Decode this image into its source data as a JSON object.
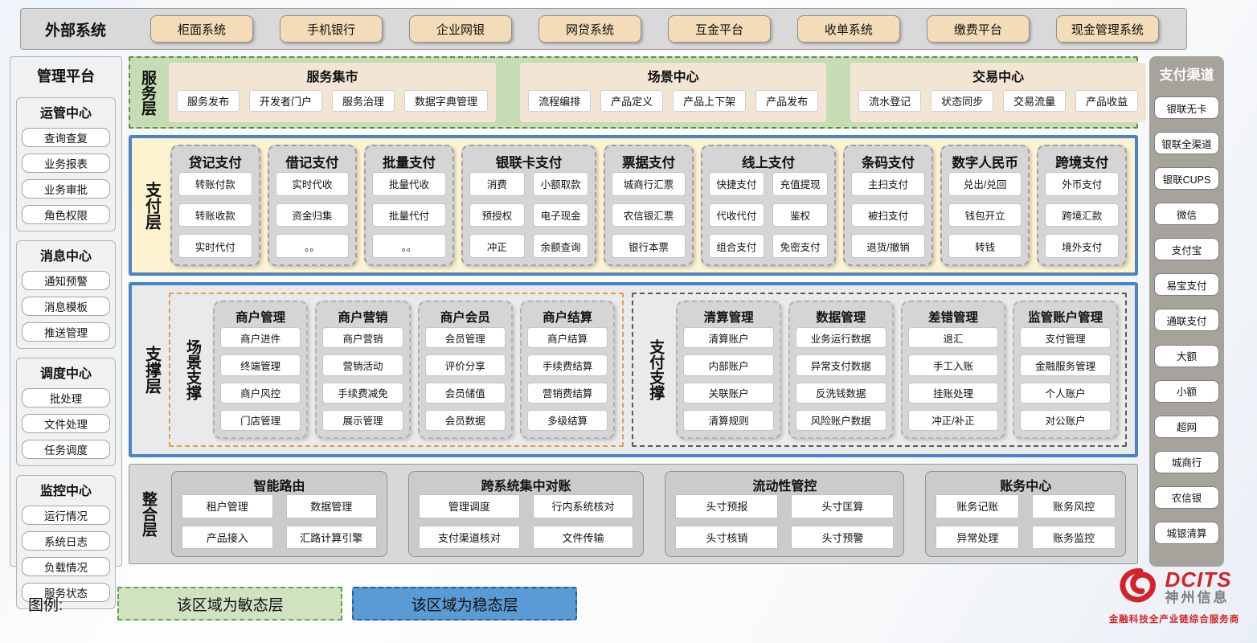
{
  "external_systems": {
    "label": "外部系统",
    "items": [
      "柜面系统",
      "手机银行",
      "企业网银",
      "网贷系统",
      "互金平台",
      "收单系统",
      "缴费平台",
      "现金管理系统"
    ]
  },
  "management_platform": {
    "title": "管理平台",
    "groups": [
      {
        "title": "运管中心",
        "items": [
          "查询查复",
          "业务报表",
          "业务审批",
          "角色权限"
        ]
      },
      {
        "title": "消息中心",
        "items": [
          "通知预警",
          "消息模板",
          "推送管理"
        ]
      },
      {
        "title": "调度中心",
        "items": [
          "批处理",
          "文件处理",
          "任务调度"
        ]
      },
      {
        "title": "监控中心",
        "items": [
          "运行情况",
          "系统日志",
          "负载情况",
          "服务状态"
        ]
      }
    ]
  },
  "service_layer": {
    "label": "服务层",
    "panels": [
      {
        "title": "服务集市",
        "items": [
          "服务发布",
          "开发者门户",
          "服务治理",
          "数据字典管理"
        ]
      },
      {
        "title": "场景中心",
        "items": [
          "流程编排",
          "产品定义",
          "产品上下架",
          "产品发布"
        ]
      },
      {
        "title": "交易中心",
        "items": [
          "流水登记",
          "状态同步",
          "交易流量",
          "产品收益"
        ]
      }
    ]
  },
  "payment_layer": {
    "label": "支付层",
    "columns": [
      {
        "title": "贷记支付",
        "cols": 1,
        "items": [
          "转账付款",
          "转账收款",
          "实时代付"
        ]
      },
      {
        "title": "借记支付",
        "cols": 1,
        "items": [
          "实时代收",
          "资金归集",
          "。。"
        ]
      },
      {
        "title": "批量支付",
        "cols": 1,
        "items": [
          "批量代收",
          "批量代付",
          "。。"
        ]
      },
      {
        "title": "银联卡支付",
        "cols": 2,
        "items": [
          "消费",
          "小额取款",
          "预授权",
          "电子现金",
          "冲正",
          "余额查询"
        ]
      },
      {
        "title": "票据支付",
        "cols": 1,
        "items": [
          "城商行汇票",
          "农信银汇票",
          "银行本票"
        ]
      },
      {
        "title": "线上支付",
        "cols": 2,
        "items": [
          "快捷支付",
          "充值提现",
          "代收代付",
          "鉴权",
          "组合支付",
          "免密支付"
        ]
      },
      {
        "title": "条码支付",
        "cols": 1,
        "items": [
          "主扫支付",
          "被扫支付",
          "退货/撤销"
        ]
      },
      {
        "title": "数字人民币",
        "cols": 1,
        "items": [
          "兑出/兑回",
          "钱包开立",
          "转钱"
        ]
      },
      {
        "title": "跨境支付",
        "cols": 1,
        "items": [
          "外币支付",
          "跨境汇款",
          "境外支付"
        ]
      }
    ]
  },
  "support_layer": {
    "label": "支撑层",
    "sections": [
      {
        "label": "场景支撑",
        "style": "orange",
        "columns": [
          {
            "title": "商户管理",
            "items": [
              "商户进件",
              "终端管理",
              "商户风控",
              "门店管理"
            ]
          },
          {
            "title": "商户营销",
            "items": [
              "商户营销",
              "营销活动",
              "手续费减免",
              "展示管理"
            ]
          },
          {
            "title": "商户会员",
            "items": [
              "会员管理",
              "评价分享",
              "会员储值",
              "会员数据"
            ]
          },
          {
            "title": "商户结算",
            "items": [
              "商户结算",
              "手续费结算",
              "营销费结算",
              "多级结算"
            ]
          }
        ]
      },
      {
        "label": "支付支撑",
        "style": "dark",
        "columns": [
          {
            "title": "清算管理",
            "items": [
              "清算账户",
              "内部账户",
              "关联账户",
              "清算规则"
            ]
          },
          {
            "title": "数据管理",
            "items": [
              "业务运行数据",
              "异常支付数据",
              "反洗钱数据",
              "风险账户数据"
            ]
          },
          {
            "title": "差错管理",
            "items": [
              "退汇",
              "手工入账",
              "挂账处理",
              "冲正/补正"
            ]
          },
          {
            "title": "监管账户管理",
            "items": [
              "支付管理",
              "金融服务管理",
              "个人账户",
              "对公账户"
            ]
          }
        ]
      }
    ]
  },
  "integration_layer": {
    "label": "整合层",
    "panels": [
      {
        "title": "智能路由",
        "items": [
          "租户管理",
          "数据管理",
          "产品接入",
          "汇路计算引擎"
        ]
      },
      {
        "title": "跨系统集中对账",
        "items": [
          "管理调度",
          "行内系统核对",
          "支付渠道核对",
          "文件传输"
        ]
      },
      {
        "title": "流动性管控",
        "items": [
          "头寸预报",
          "头寸匡算",
          "头寸核销",
          "头寸预警"
        ]
      },
      {
        "title": "账务中心",
        "items": [
          "账务记账",
          "账务风控",
          "异常处理",
          "账务监控"
        ]
      }
    ]
  },
  "payment_channels": {
    "title": "支付渠道",
    "items": [
      "银联无卡",
      "银联全渠道",
      "银联CUPS",
      "微信",
      "支付宝",
      "易宝支付",
      "通联支付",
      "大额",
      "小额",
      "超网",
      "城商行",
      "农信银",
      "城银清算"
    ]
  },
  "legend": {
    "label": "图例:",
    "items": [
      {
        "text": "该区域为敏态层",
        "type": "green"
      },
      {
        "text": "该区域为稳态层",
        "type": "blue"
      }
    ]
  },
  "logo": {
    "brand": "DCITS",
    "company": "神州信息",
    "tagline": "金融科技全产业链综合服务商"
  },
  "colors": {
    "agile_green_bg": "#c5dcb4",
    "stable_blue_border": "#4a84c4",
    "legend_blue_bg": "#5b9bd5",
    "tan_button_bg": "#f3dcb7",
    "gray_panel_bg": "#d5d5d5",
    "brand_red": "#d2232a"
  }
}
